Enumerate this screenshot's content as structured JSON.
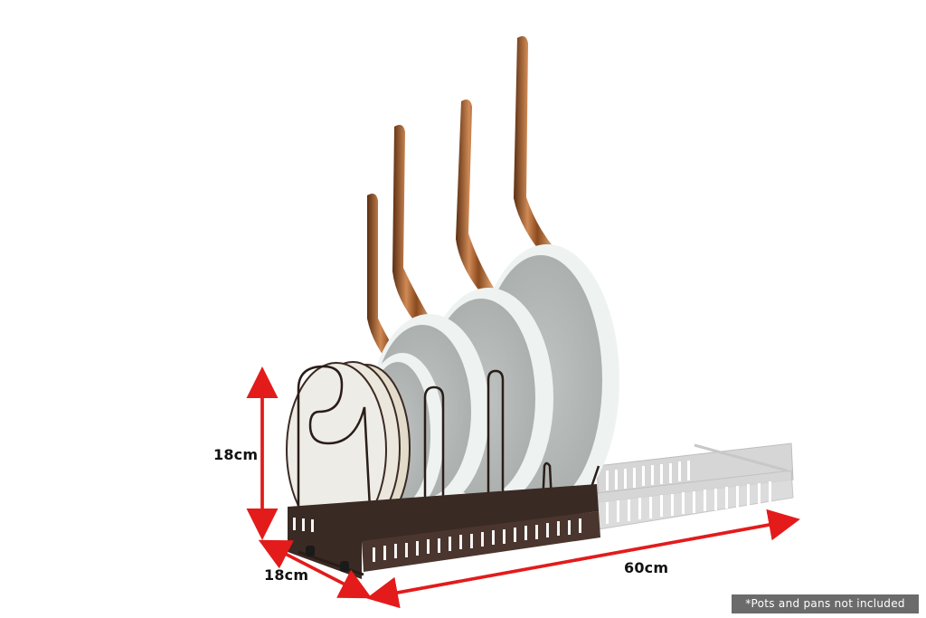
{
  "product": {
    "name": "expandable-pan-organizer-rack",
    "rack_color": "#3a2a24",
    "extension_color": "#d4d4d4",
    "pan_interior_color": "#cfd3d2",
    "pan_rim_color": "#eef3f2",
    "handle_color": "#b87333",
    "pan_count": 4,
    "lid_count": 3
  },
  "dimensions": {
    "height": {
      "label": "18cm"
    },
    "depth": {
      "label": "18cm"
    },
    "length": {
      "label": "60cm"
    },
    "arrow_color": "#e31b1b"
  },
  "disclaimer": {
    "text": "*Pots and pans not included",
    "background": "#6b6b6b"
  }
}
